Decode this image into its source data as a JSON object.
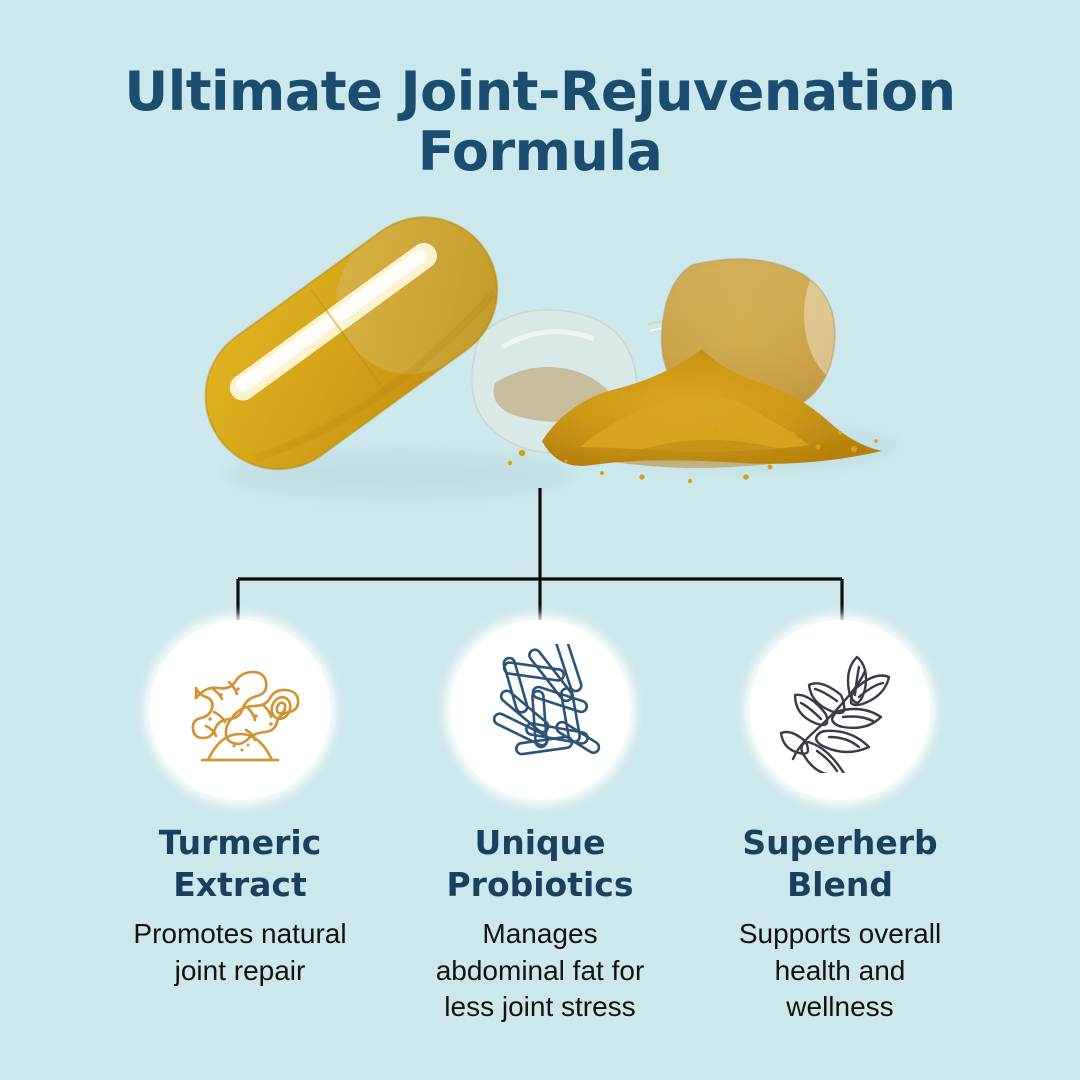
{
  "theme": {
    "background": "#cce8ec",
    "title_color": "#1d4d6e",
    "heading_color": "#1b3f5e",
    "body_color": "#121212",
    "connector_color": "#0d0d0d",
    "circle_fill": "#ffffff",
    "turmeric_icon_color": "#d3912f",
    "probiotic_icon_color": "#2b5476",
    "herb_icon_color": "#3a3a48",
    "capsule_gold": "#e8b820",
    "capsule_gold_dark": "#c99510",
    "powder_gold": "#d8a521"
  },
  "header": {
    "title_line_1": "Ultimate Joint-Rejuvenation",
    "title_line_2": "Formula"
  },
  "hero": {
    "alt": "turmeric-capsules-photo",
    "elements": [
      "large-gold-capsule",
      "open-capsule-shell",
      "spilled-turmeric-powder"
    ]
  },
  "features": [
    {
      "icon": "turmeric-root-icon",
      "heading": "Turmeric Extract",
      "heading_line_1": "Turmeric",
      "heading_line_2": "Extract",
      "description": "Promotes natural joint repair",
      "desc_line_1": "Promotes natural",
      "desc_line_2": "joint repair"
    },
    {
      "icon": "probiotic-bacteria-icon",
      "heading": "Unique Probiotics",
      "heading_line_1": "Unique",
      "heading_line_2": "Probiotics",
      "description": "Manages abdominal fat for less joint stress",
      "desc_line_1": "Manages",
      "desc_line_2": "abdominal fat for",
      "desc_line_3": "less joint stress"
    },
    {
      "icon": "herb-leaf-icon",
      "heading": "Superherb Blend",
      "heading_line_1": "Superherb",
      "heading_line_2": "Blend",
      "description": "Supports overall health and wellness",
      "desc_line_1": "Supports overall",
      "desc_line_2": "health and",
      "desc_line_3": "wellness"
    }
  ]
}
